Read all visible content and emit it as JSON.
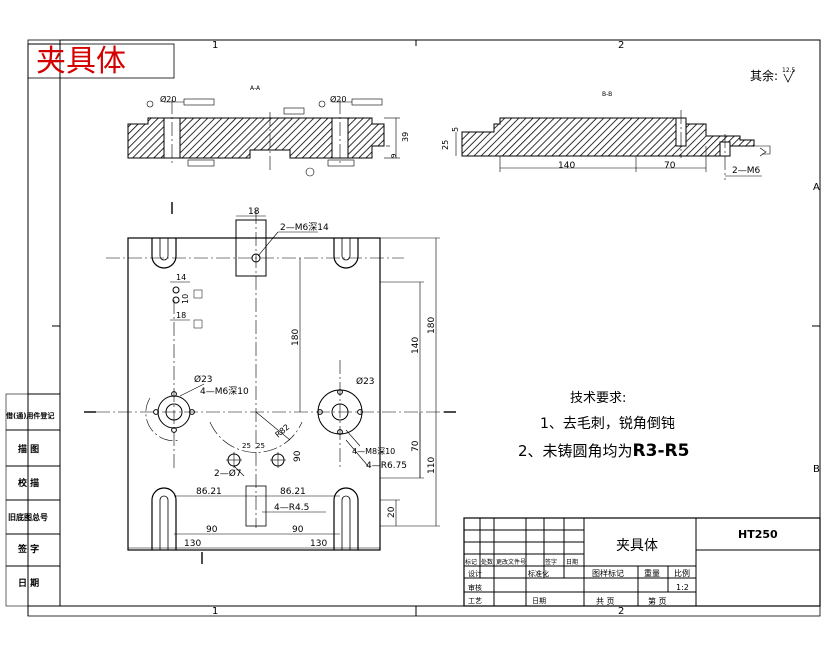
{
  "header": {
    "title": "夹具体",
    "zone_top_1": "1",
    "zone_top_2": "2",
    "zone_bottom_1": "1",
    "zone_bottom_2": "2",
    "zone_right_a": "A",
    "zone_right_b": "B",
    "roughness_label": "其余:",
    "roughness_value": "12.5"
  },
  "sections": {
    "aa_label": "A-A",
    "bb_label": "B-B",
    "phi20_left": "Ø20",
    "phi20_right": "Ø20",
    "h39": "39",
    "h9": "9",
    "b_25": "25",
    "b_5": "5",
    "b_140": "140",
    "b_70": "70",
    "b_2m6": "2—M6"
  },
  "plan_dims": {
    "d18_top": "18",
    "m6_top": "2—M6深14",
    "d14": "14",
    "d10": "10",
    "d18_mid": "18",
    "d180_inner": "180",
    "d140": "140",
    "d180_outer": "180",
    "phi23_left": "Ø23",
    "m6_left": "4—M6深10",
    "phi23_right": "Ø23",
    "r82": "R82",
    "a25": "25",
    "a25b": "25",
    "phi7": "2—Ø7",
    "d90_v": "90",
    "m8_right": "4—M8深10",
    "r675": "4—R6.75",
    "d70": "70",
    "d110": "110",
    "d8621_l": "86.21",
    "d8621_r": "86.21",
    "r45": "4—R4.5",
    "d20": "20",
    "d90_l": "90",
    "d90_r": "90",
    "d130_l": "130",
    "d130_r": "130"
  },
  "notes": {
    "heading": "技术要求:",
    "item1": "1、去毛刺，锐角倒钝",
    "item2_prefix": "2、未铸圆角均为",
    "item2_value": "R3-R5"
  },
  "left_column": {
    "items": [
      "借(通)用件登记",
      "描 图",
      "校 描",
      "旧底图总号",
      "签 字",
      "日 期"
    ]
  },
  "title_block": {
    "part_name": "夹具体",
    "material": "HT250",
    "stage_mark": "图样标记",
    "weight": "重量",
    "scale_label": "比例",
    "scale_value": "1:2",
    "sheet_total": "共 页",
    "sheet_no": "第 页",
    "row_labels": [
      "标记",
      "处数",
      "更改文件号",
      "签字",
      "日期"
    ],
    "design": "设计",
    "standard": "标准化",
    "review": "审核",
    "process": "工艺",
    "date": "日期"
  }
}
